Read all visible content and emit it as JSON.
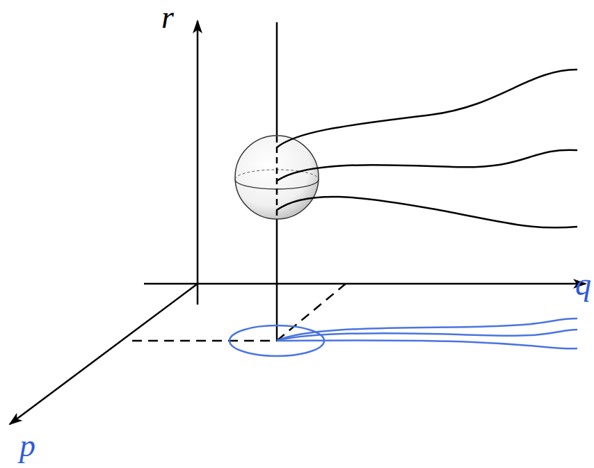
{
  "diagram": {
    "labels": [
      "r",
      "q",
      "p"
    ]
  }
}
